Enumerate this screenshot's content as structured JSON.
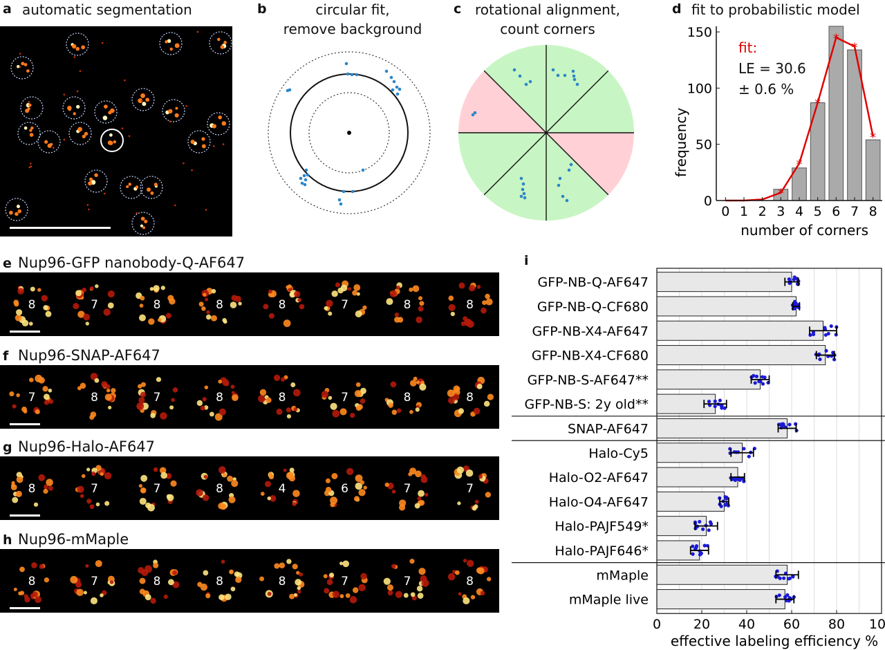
{
  "panels": {
    "a": {
      "letter": "a",
      "title": "automatic segmentation"
    },
    "b": {
      "letter": "b",
      "title_line1": "circular fit,",
      "title_line2": "remove background"
    },
    "c": {
      "letter": "c",
      "title_line1": "rotational alignment,",
      "title_line2": "count corners"
    },
    "d": {
      "letter": "d",
      "title": "fit to probabilistic model"
    },
    "i": {
      "letter": "i"
    }
  },
  "image_rows": [
    {
      "letter": "e",
      "title": "Nup96-GFP nanobody-Q-AF647",
      "counts": [
        "8",
        "7",
        "8",
        "8",
        "8",
        "7",
        "8",
        "8"
      ]
    },
    {
      "letter": "f",
      "title": "Nup96-SNAP-AF647",
      "counts": [
        "7",
        "8",
        "7",
        "8",
        "8",
        "7",
        "8",
        "8"
      ]
    },
    {
      "letter": "g",
      "title": "Nup96-Halo-AF647",
      "counts": [
        "8",
        "7",
        "7",
        "8",
        "4",
        "6",
        "7",
        "7"
      ]
    },
    {
      "letter": "h",
      "title": "Nup96-mMaple",
      "counts": [
        "8",
        "7",
        "8",
        "8",
        "8",
        "7",
        "7",
        "8"
      ]
    }
  ],
  "chart_data": [
    {
      "id": "d",
      "type": "bar",
      "categories": [
        "0",
        "1",
        "2",
        "3",
        "4",
        "5",
        "6",
        "7",
        "8"
      ],
      "values": [
        0,
        0,
        0,
        10,
        29,
        87,
        155,
        134,
        54
      ],
      "fit": [
        0,
        0,
        1,
        7,
        33,
        87,
        145,
        137,
        57
      ],
      "xlabel": "number of corners",
      "ylabel": "frequency",
      "ylim": [
        0,
        155
      ],
      "yticks": [
        "0",
        "50",
        "100",
        "150"
      ],
      "annotation_line1": "fit:",
      "annotation_line2": "LE = 30.6",
      "annotation_line3": "± 0.6 %",
      "bar_color": "#aaaaaa",
      "fit_color": "#e00000"
    },
    {
      "id": "i",
      "type": "bar",
      "orientation": "horizontal",
      "categories": [
        "GFP-NB-Q-AF647",
        "GFP-NB-Q-CF680",
        "GFP-NB-X4-AF647",
        "GFP-NB-X4-CF680",
        "GFP-NB-S-AF647**",
        "GFP-NB-S: 2y old**",
        "SNAP-AF647",
        "Halo-Cy5",
        "Halo-O2-AF647",
        "Halo-O4-AF647",
        "Halo-PAJF549*",
        "Halo-PAJF646*",
        "mMaple",
        "mMaple live"
      ],
      "values": [
        60,
        62,
        74,
        75,
        46,
        26,
        58,
        38,
        36,
        30,
        22,
        19,
        58,
        57
      ],
      "sd": [
        3,
        1.5,
        6,
        4,
        4,
        5,
        4,
        5,
        3,
        2,
        5,
        4,
        5,
        4
      ],
      "groups": [
        [
          0,
          5
        ],
        [
          6,
          6
        ],
        [
          7,
          11
        ],
        [
          12,
          13
        ]
      ],
      "xlabel": "effective labeling efficiency %",
      "xlim": [
        0,
        100
      ],
      "xticks": [
        "0",
        "20",
        "40",
        "60",
        "80",
        "100"
      ],
      "bar_color": "#e8e8e8",
      "dot_color": "#1a1ad6"
    }
  ]
}
